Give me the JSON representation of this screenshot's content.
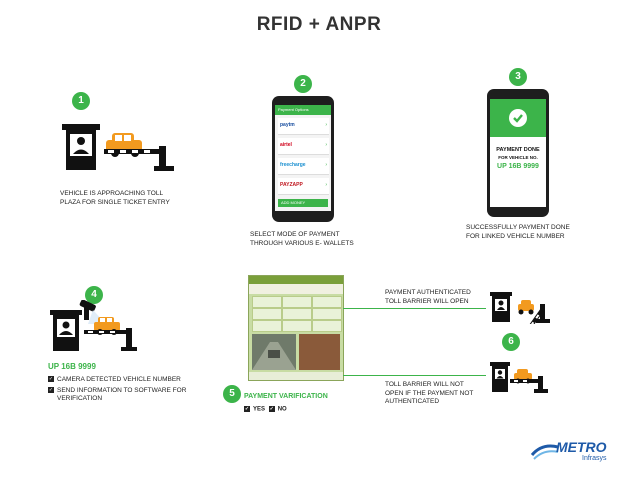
{
  "title": "RFID + ANPR",
  "steps": {
    "s1": {
      "num": "1",
      "caption_line1": "VEHICLE IS APPROACHING TOLL",
      "caption_line2": "PLAZA FOR SINGLE TICKET ENTRY"
    },
    "s2": {
      "num": "2",
      "caption_line1": "SELECT MODE OF PAYMENT",
      "caption_line2": "THROUGH VARIOUS E- WALLETS"
    },
    "s3": {
      "num": "3",
      "caption_line1": "SUCCESSFULLY PAYMENT DONE",
      "caption_line2": "FOR LINKED VEHICLE NUMBER"
    },
    "s4": {
      "num": "4",
      "plate": "UP 16B 9999",
      "check1": "CAMERA DETECTED  VEHICLE NUMBER",
      "check2_line1": "SEND INFORMATION TO SOFTWARE  FOR",
      "check2_line2": "VERIFICATION"
    },
    "s5": {
      "num": "5",
      "label": "PAYMENT VARIFICATION",
      "yes": "YES",
      "no": "NO"
    },
    "s6": {
      "num": "6"
    }
  },
  "phone2": {
    "header": "Payment Options",
    "wallets": [
      {
        "logo": "paytm",
        "color": "#1a4fa0"
      },
      {
        "logo": "airtel",
        "color": "#d0021b"
      },
      {
        "logo": "freecharge",
        "color": "#1a8fd0"
      },
      {
        "logo": "PAYZAPP",
        "color": "#c0161e"
      }
    ],
    "button": "ADD MONEY",
    "accent": "#3cb44a"
  },
  "phone3": {
    "line1": "PAYMENT DONE",
    "line2": "FOR VEHICLE NO.",
    "plate": "UP 16B 9999"
  },
  "outcomes": {
    "yes_line1": "PAYMENT AUTHENTICATED",
    "yes_line2": "TOLL BARRIER WILL OPEN",
    "no_line1": "TOLL BARRIER WILL NOT",
    "no_line2": "OPEN IF THE PAYMENT NOT",
    "no_line3": "AUTHENTICATED"
  },
  "logo": {
    "brand": "METRO",
    "sub": "Infrasys",
    "color": "#1e5aa8"
  }
}
